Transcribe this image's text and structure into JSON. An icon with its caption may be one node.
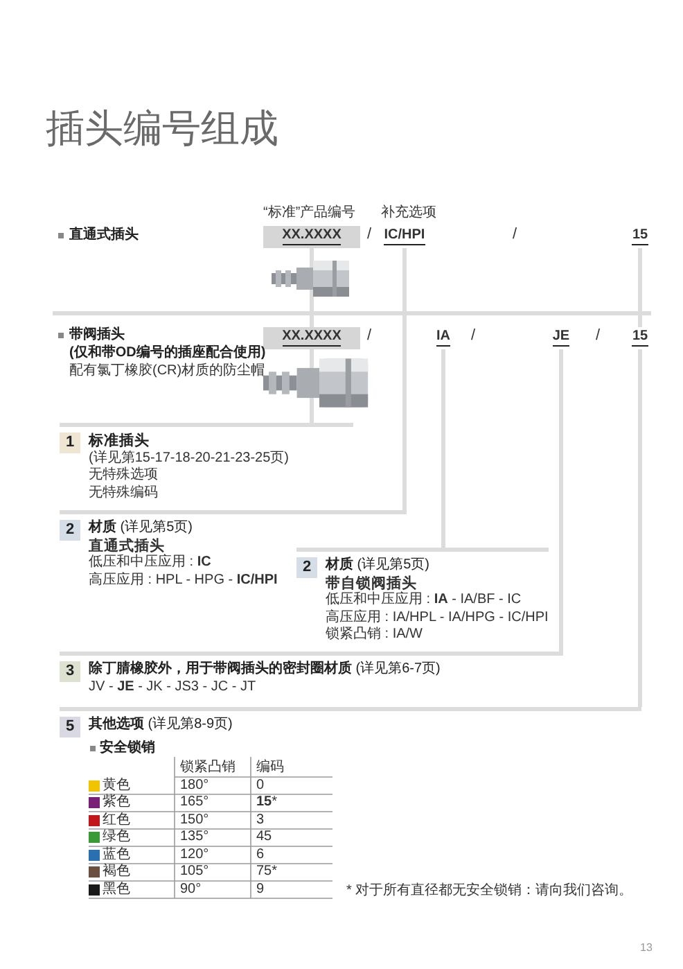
{
  "diagram": {
    "title": "插头编号组成",
    "nodes": [
      {
        "text": [
          "XX.XXXX"
        ]
      },
      {
        "text": [
          "IC/HPI"
        ]
      },
      {
        "text": [
          "15"
        ]
      },
      {
        "text": [
          "XX.XXXX"
        ]
      },
      {
        "text": [
          "IA"
        ]
      },
      {
        "text": [
          "JE"
        ]
      },
      {
        "text": [
          "15"
        ]
      },
      {
        "text": [
          "1",
          "标准插头",
          "(详见第15-17-18-20-21-23-25页)",
          "无特殊选项",
          "无特殊编码"
        ]
      },
      {
        "text": [
          "2",
          "**材质** (详见第5页)",
          "直通式插头",
          "低压和中压应用 : **IC**",
          "高压应用 : HPL - HPG - **IC/HPI**"
        ]
      },
      {
        "text": [
          "2",
          "**材质** (详见第5页)",
          "带自锁阀插头",
          "低压和中压应用 : **IA** - IA/BF - IC",
          "高压应用 : IA/HPL - IA/HPG - IC/HPI",
          "锁紧凸销 : IA/W"
        ]
      },
      {
        "text": [
          "3",
          "**除丁腈橡胶外，用于带阀插头的密封圈材质** (详见第6-7页)",
          "JV - **JE** - JK - JS3 - JC - JT"
        ]
      },
      {
        "text": [
          "5",
          "**其他选项** (详见第8-9页)"
        ]
      }
    ],
    "edges": [
      {
        "from": 0,
        "to": 3,
        "arrow": "none"
      },
      {
        "from": 1,
        "to": 8,
        "arrow": "none"
      },
      {
        "from": 2,
        "to": 6,
        "arrow": "none"
      },
      {
        "from": 3,
        "to": 7,
        "arrow": "none"
      },
      {
        "from": 4,
        "to": 9,
        "arrow": "none"
      },
      {
        "from": 5,
        "to": 10,
        "arrow": "none"
      },
      {
        "from": 6,
        "to": 11,
        "arrow": "none"
      }
    ],
    "labels": [
      "“标准”产品编号",
      "补充选项",
      "直通式插头",
      "/",
      "/",
      "带阀插头",
      "(仅和带OD编号的插座配合使用)",
      "配有氯丁橡胶(CR)材质的防尘帽",
      "/",
      "/",
      "/",
      "安全锁销",
      "锁紧凸销",
      "编码",
      "180°",
      "0",
      "165°",
      "**15***",
      "150°",
      "3",
      "135°",
      "45",
      "120°",
      "6",
      "105°",
      "75*",
      "90°",
      "9",
      "* 对于所有直径都无安全锁销：请向我们咨询。",
      "13"
    ],
    "legend": [
      {
        "text": "黄色",
        "color": "#f2c400"
      },
      {
        "text": "紫色",
        "color": "#7a1f78"
      },
      {
        "text": "红色",
        "color": "#c0161c"
      },
      {
        "text": "绿色",
        "color": "#3a9a35"
      },
      {
        "text": "蓝色",
        "color": "#2a6fb0"
      },
      {
        "text": "褐色",
        "color": "#6b5040"
      },
      {
        "text": "黑色",
        "color": "#1a1a1a"
      }
    ]
  }
}
